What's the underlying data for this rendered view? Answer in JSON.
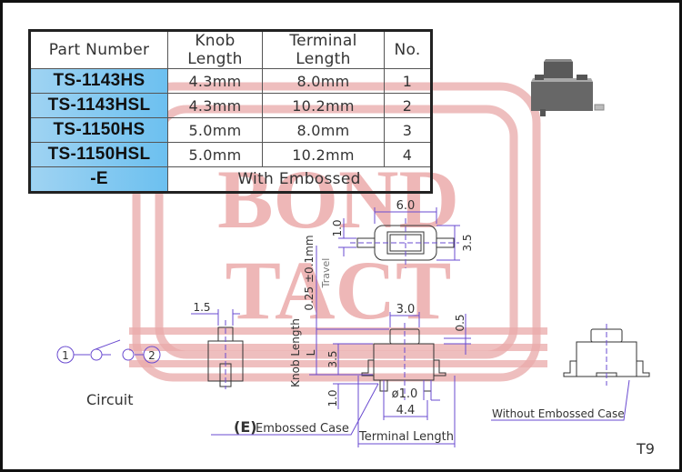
{
  "table": {
    "headers": [
      "Part Number",
      "Knob Length",
      "Terminal Length",
      "No."
    ],
    "rows": [
      {
        "part": "TS-1143HS",
        "knob": "4.3mm",
        "terminal": "8.0mm",
        "no": "1"
      },
      {
        "part": "TS-1143HSL",
        "knob": "4.3mm",
        "terminal": "10.2mm",
        "no": "2"
      },
      {
        "part": "TS-1150HS",
        "knob": "5.0mm",
        "terminal": "8.0mm",
        "no": "3"
      },
      {
        "part": "TS-1150HSL",
        "knob": "5.0mm",
        "terminal": "10.2mm",
        "no": "4"
      }
    ],
    "suffix_row": {
      "part": "-E",
      "description": "With Embossed"
    }
  },
  "watermark": {
    "line1": "BOND",
    "line2": "TACT",
    "color": "#e8a0a0"
  },
  "dimensions": {
    "top_width": "6.0",
    "top_pin_width": "1.0",
    "top_height": "3.5",
    "travel": "0.25 ±0.1mm",
    "travel_label": "Travel",
    "side_pin_width": "1.5",
    "knob_width": "3.0",
    "knob_offset": "0.5",
    "body_height": "3.5",
    "knob_length_label": "Knob Length",
    "knob_length_symbol": "L",
    "pin_height": "1.0",
    "pin_diameter": "ø1.0",
    "pin_pitch": "4.4",
    "terminal_length_label": "Terminal Length"
  },
  "labels": {
    "circuit": "Circuit",
    "circuit_node_1": "1",
    "circuit_node_2": "2",
    "embossed_mark": "(E)",
    "embossed_case": "Embossed Case",
    "without_embossed": "Without Embossed Case",
    "page_code": "T9"
  },
  "colors": {
    "dimension_line": "#6a4bd0",
    "part_cell": "#7fc7f0",
    "frame": "#111111"
  }
}
